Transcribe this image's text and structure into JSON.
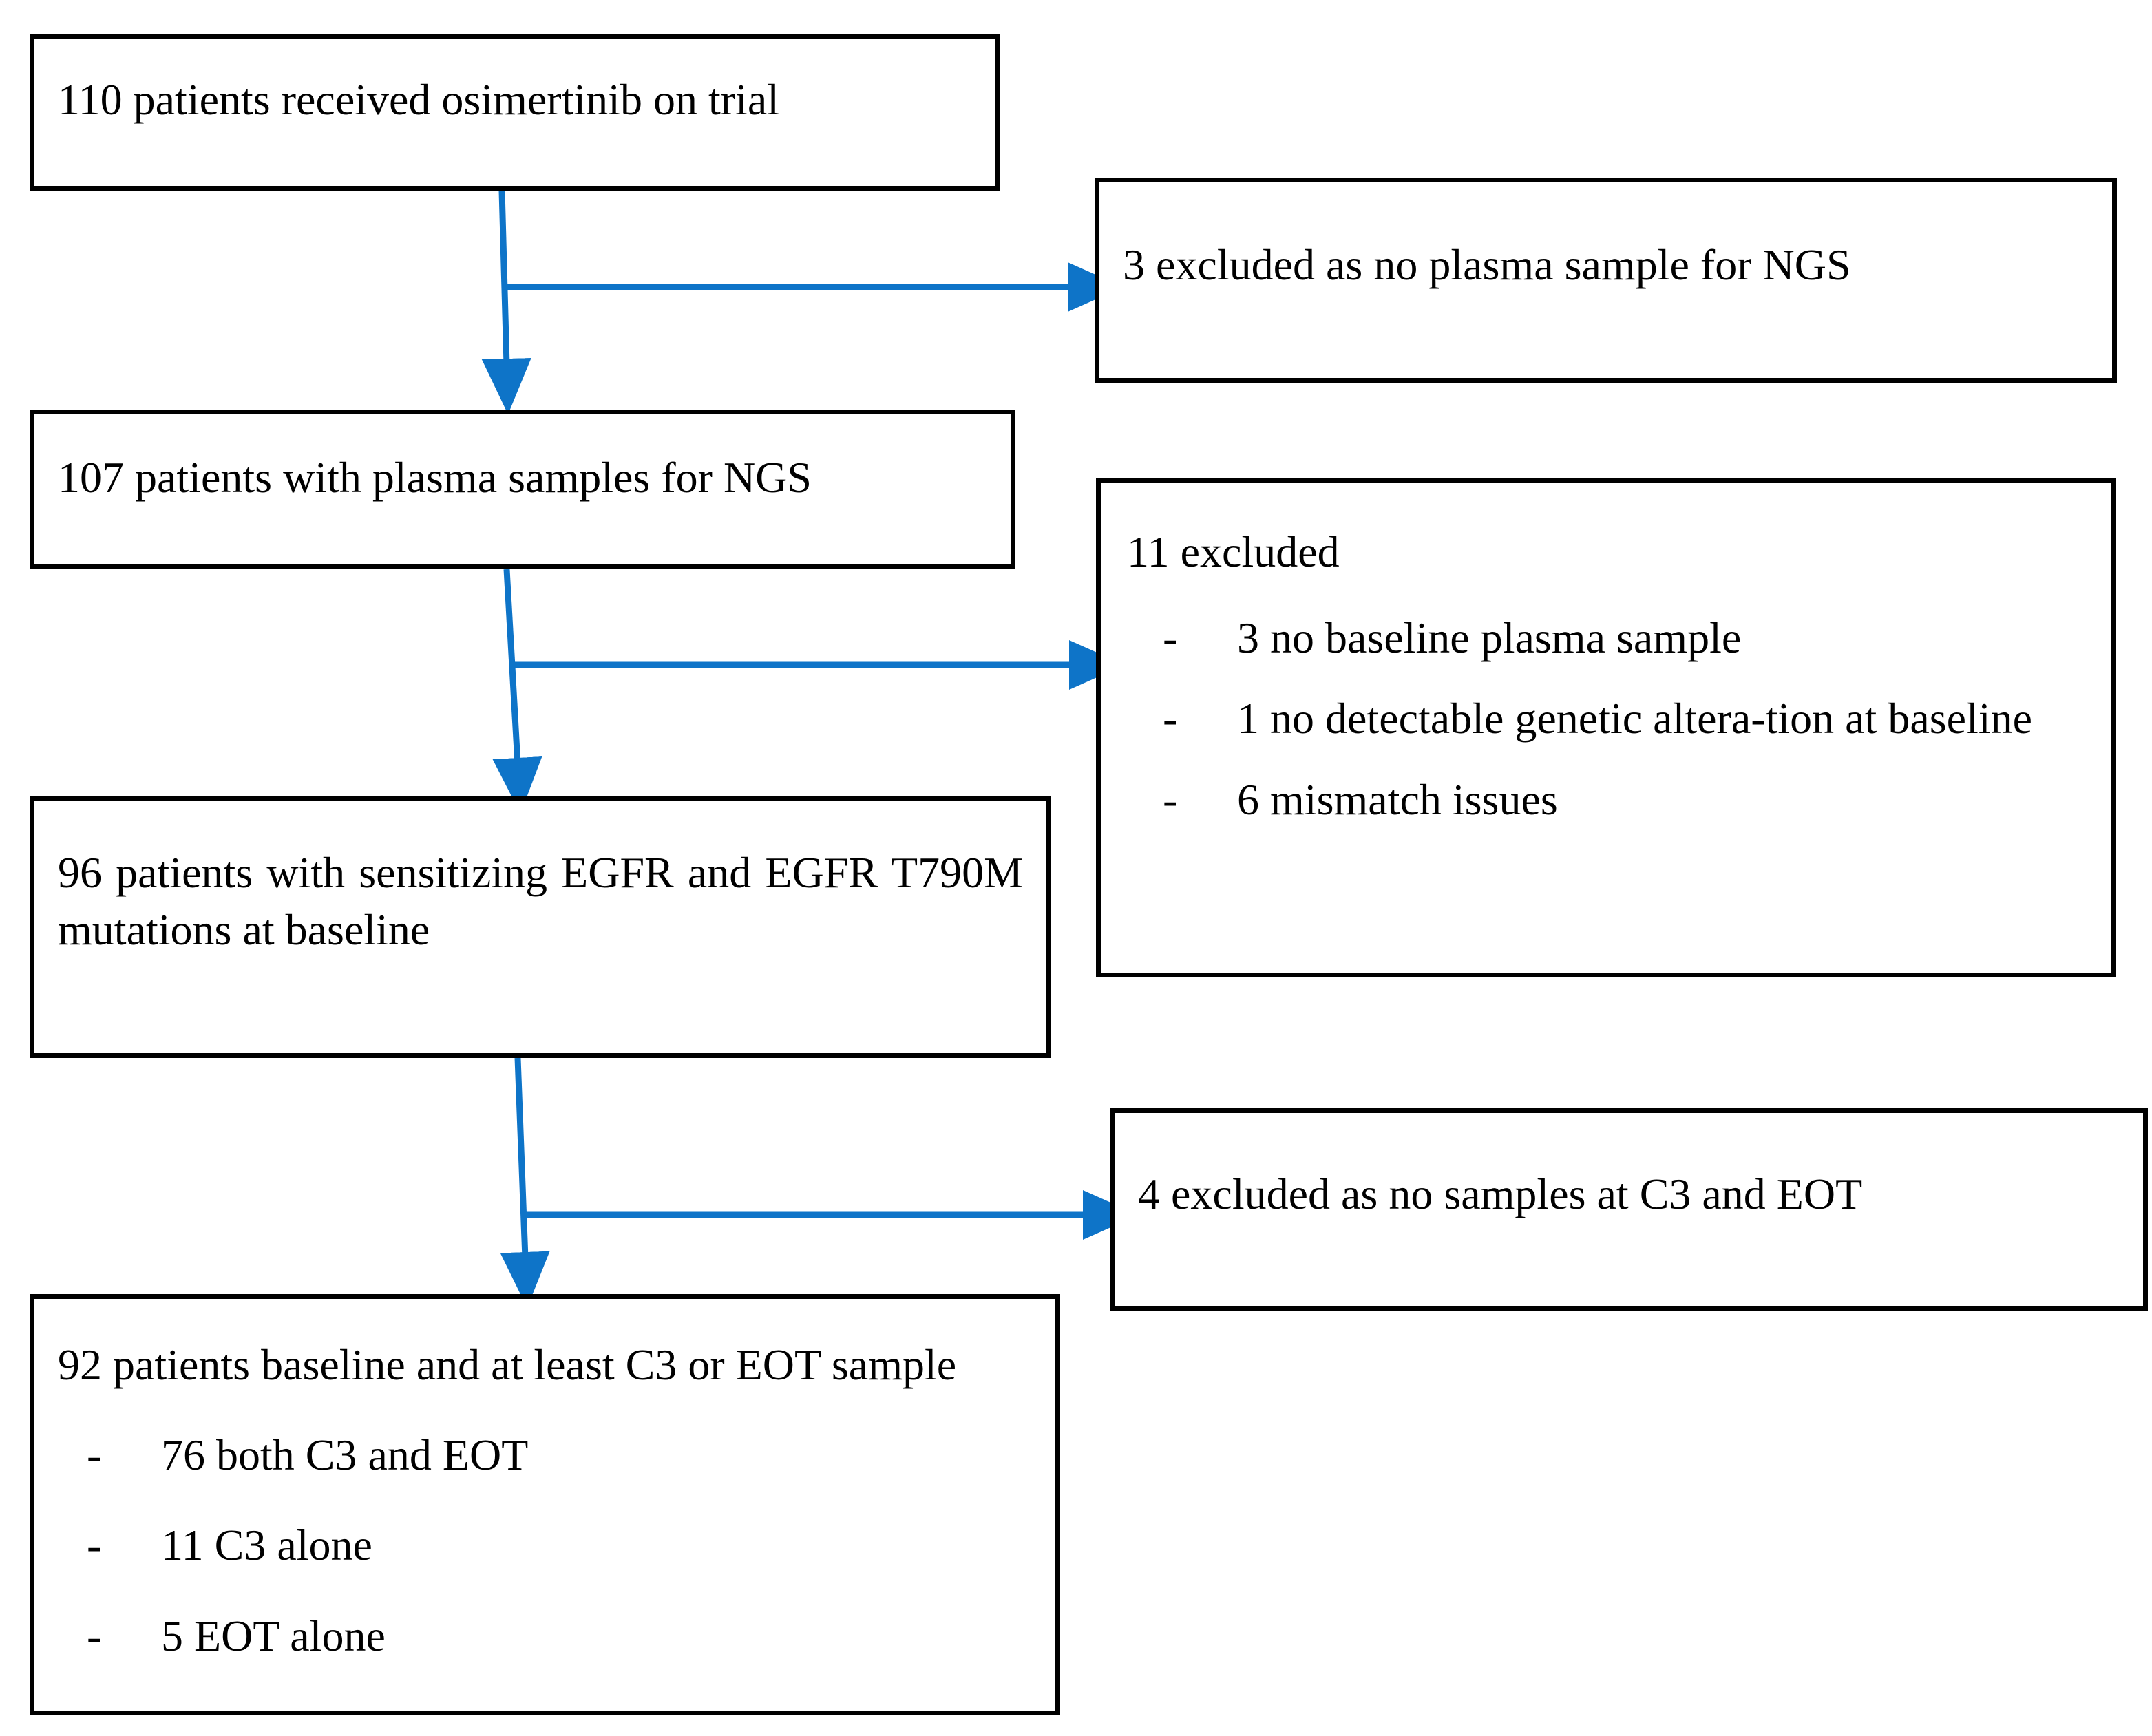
{
  "figure": {
    "type": "flowchart",
    "orientation": "top-to-bottom with right-side exclusion branches",
    "connector_color": "#0e74c8",
    "box_border_color": "#000000",
    "background_color": "#ffffff"
  },
  "nodes": {
    "box1": {
      "text": "110 patients received osimertinib on trial"
    },
    "excl1": {
      "text": "3 excluded as no plasma sample for NGS"
    },
    "box2": {
      "text": "107 patients with plasma samples for NGS"
    },
    "excl2": {
      "heading": "11 excluded",
      "bullets": [
        "3 no baseline plasma sample",
        "1 no detectable genetic altera-tion at baseline",
        "6 mismatch issues"
      ],
      "bullet_marker": "-"
    },
    "box3": {
      "text": "96 patients with sensitizing EGFR and EGFR T790M mutations at baseline"
    },
    "excl3": {
      "text": "4 excluded as no samples at C3 and EOT"
    },
    "box4": {
      "heading": "92 patients baseline and at least C3 or EOT sample",
      "bullets": [
        "76 both C3 and EOT",
        "11 C3 alone",
        "5 EOT alone"
      ],
      "bullet_marker": "-"
    }
  },
  "flow_counts": {
    "enrolled": 110,
    "excluded_no_plasma_for_ngs": 3,
    "with_plasma_for_ngs": 107,
    "excluded_step2_total": 11,
    "excluded_no_baseline_plasma": 3,
    "excluded_no_detectable_alteration": 1,
    "excluded_mismatch_issues": 6,
    "with_sensitizing_and_t790m": 96,
    "excluded_no_c3_or_eot_samples": 4,
    "final_analysed": 92,
    "both_c3_and_eot": 76,
    "c3_alone": 11,
    "eot_alone": 5
  }
}
